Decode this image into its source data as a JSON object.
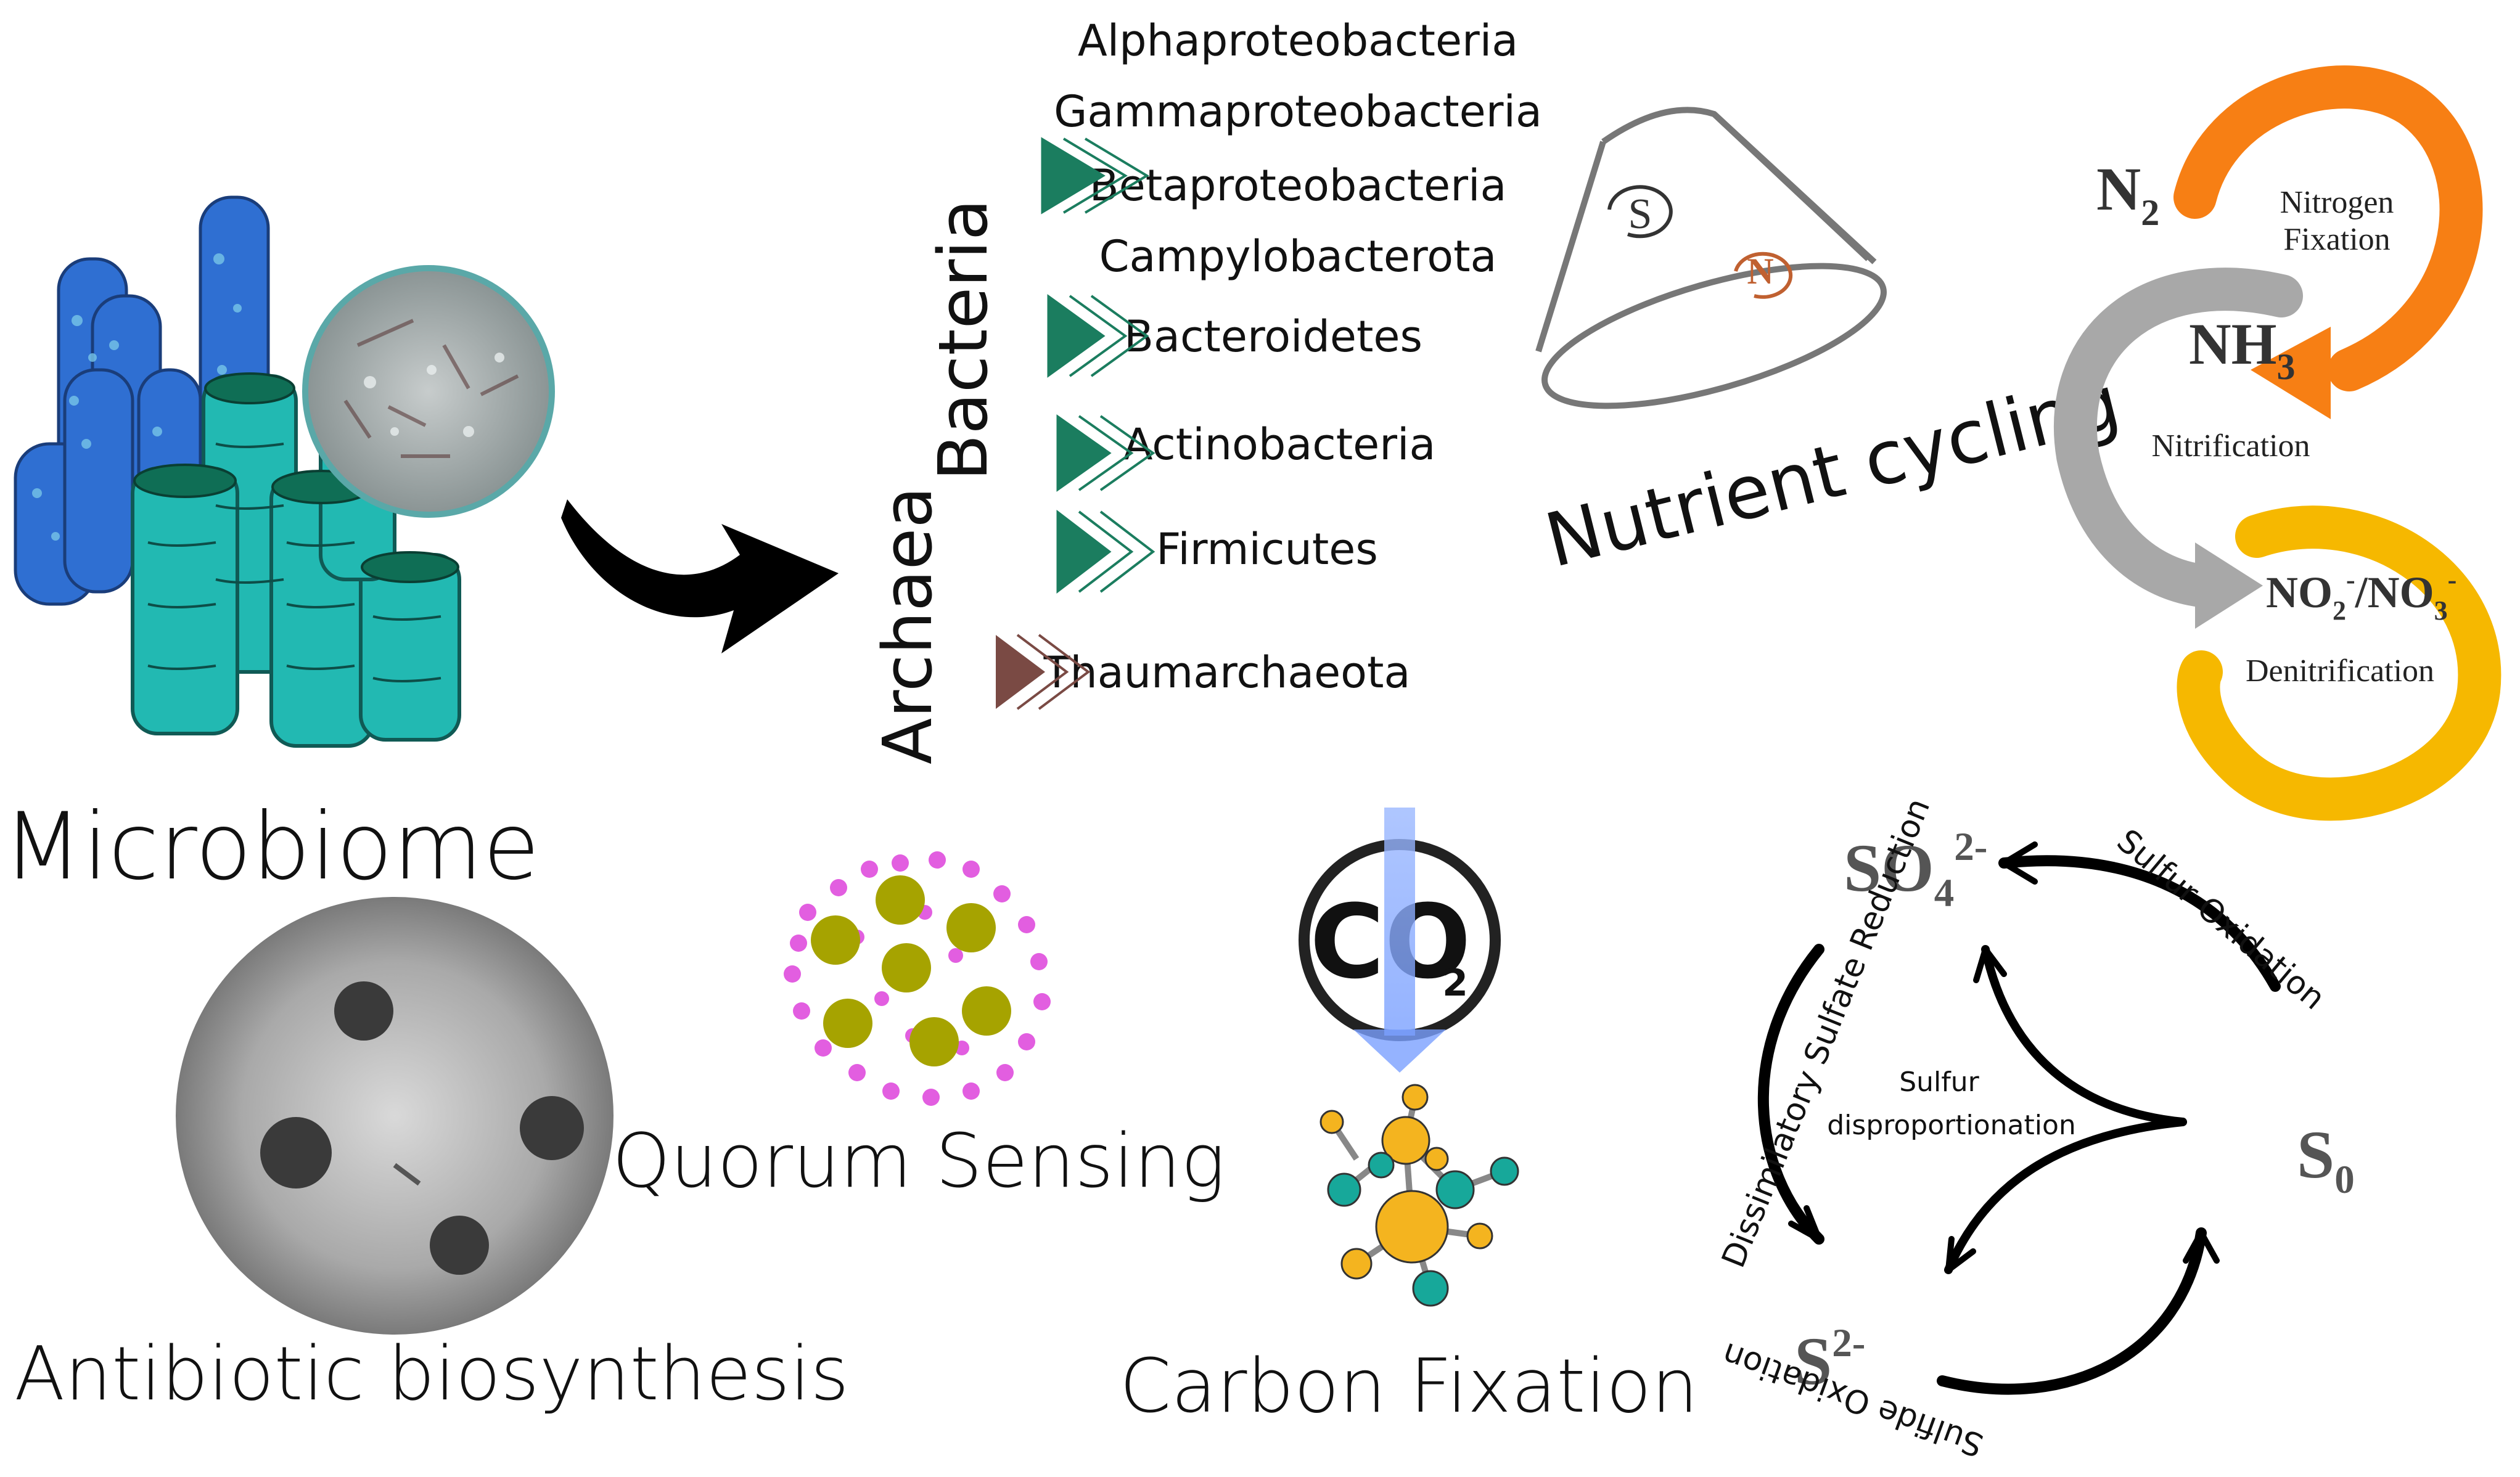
{
  "microbiome": {
    "label": "Microbiome"
  },
  "antibiotic": {
    "label": "Antibiotic biosynthesis"
  },
  "quorum": {
    "label": "Quorum Sensing"
  },
  "carbon": {
    "label": "Carbon Fixation",
    "co2_main": "CO",
    "co2_sub": "2"
  },
  "nutrient": {
    "label": "Nutrient cycling",
    "s_symbol": "S",
    "n_symbol": "N"
  },
  "taxonomy": {
    "domain_bacteria": "Bacteria",
    "domain_archaea": "Archaea",
    "bacteria_color": "#1b7d5f",
    "archaea_color": "#7a4a44",
    "taxa": [
      "Alphaproteobacteria",
      "Gammaproteobacteria",
      "Betaproteobacteria",
      "Campylobacterota",
      "Bacteroidetes",
      "Actinobacteria",
      "Firmicutes",
      "Thaumarchaeota"
    ]
  },
  "nitrogen": {
    "n2": "N",
    "n2_sub": "2",
    "nh3": "NH",
    "nh3_sub": "3",
    "no_a": "NO",
    "no_a_sub": "2",
    "no_a_sup": "-",
    "no_sep": "/NO",
    "no_b_sub": "3",
    "no_b_sup": "-",
    "fixation_line1": "Nitrogen",
    "fixation_line2": "Fixation",
    "nitrification": "Nitrification",
    "denitrification": "Denitrification",
    "colors": {
      "fixation": "#f77f14",
      "nitrification": "#a8a8a8",
      "denitrification": "#f6b800"
    }
  },
  "sulfur": {
    "so4": "SO",
    "so4_sub": "4",
    "so4_sup": "2-",
    "s0": "S",
    "s0_sub": "0",
    "s2": "S",
    "s2_sup": "2-",
    "oxidation": "Sulfur Oxidation",
    "reduction": "Dissimilatory Sulfate Reduction",
    "sulfide_oxidation": "Sulfide Oxidation",
    "disproportionation_line1": "Sulfur",
    "disproportionation_line2": "disproportionation"
  }
}
